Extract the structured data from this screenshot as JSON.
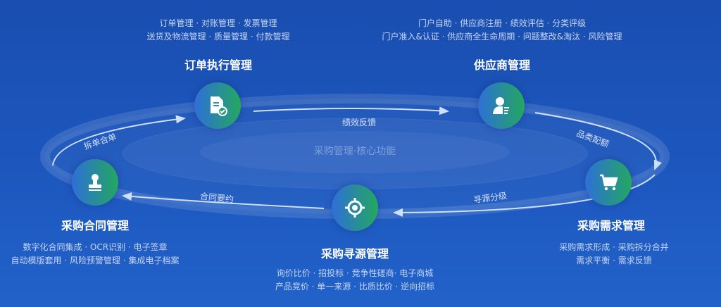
{
  "center_label": "采购管理·核心功能",
  "modules": [
    {
      "title": "订单执行管理",
      "icon": "document-check-icon",
      "lines": [
        "订单管理 · 对账管理 · 发票管理",
        "送货及物流管理 · 质量管理 · 付款管理"
      ]
    },
    {
      "title": "供应商管理",
      "icon": "supplier-person-icon",
      "lines": [
        "门户自助 · 供应商注册 · 绩效评估 · 分类评级",
        "门户准入&认证 · 供应商全生命周期 · 问题整改&淘汰 · 风险管理"
      ]
    },
    {
      "title": "采购需求管理",
      "icon": "shopping-cart-icon",
      "lines": [
        "采购需求形成 · 采购拆分合并",
        "需求平衡 · 需求反馈"
      ]
    },
    {
      "title": "采购寻源管理",
      "icon": "target-icon",
      "lines": [
        "询价比价 · 招投标 · 竞争性磋商· 电子商城",
        "产品竞价 · 单一来源 · 比质比价 · 逆向招标"
      ]
    },
    {
      "title": "采购合同管理",
      "icon": "stamp-icon",
      "lines": [
        "数字化合同集成 · OCR识别 · 电子签章",
        "自动模版套用 · 风险预警管理 · 集成电子档案"
      ]
    }
  ],
  "flows": [
    "绩效反馈",
    "品类配额",
    "寻源分级",
    "合同要约",
    "拆单合单"
  ],
  "colors": {
    "gradient_start": "#2e6fd9",
    "gradient_end": "#23a85f"
  }
}
